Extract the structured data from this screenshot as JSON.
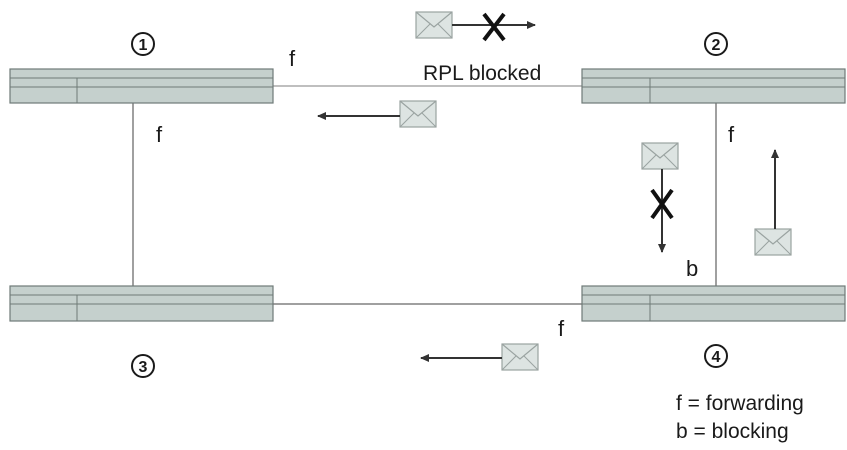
{
  "nodes": {
    "n1": {
      "number": "1"
    },
    "n2": {
      "number": "2"
    },
    "n3": {
      "number": "3"
    },
    "n4": {
      "number": "4"
    }
  },
  "port_labels": {
    "n1_top": "f",
    "n1_left": "f",
    "n2_right": "f",
    "n4_right": "b",
    "n4_left": "f"
  },
  "rpl_label": "RPL blocked",
  "legend": {
    "forwarding": "f = forwarding",
    "blocking": "b = blocking"
  },
  "colors": {
    "switch_fill": "#c5d0cd",
    "switch_stroke": "#6f7a77",
    "link": "#808080",
    "rpl_link": "#bfbfbf",
    "envelope_fill": "#dde4e2",
    "arrow": "#333333",
    "block_mark": "#111111"
  }
}
